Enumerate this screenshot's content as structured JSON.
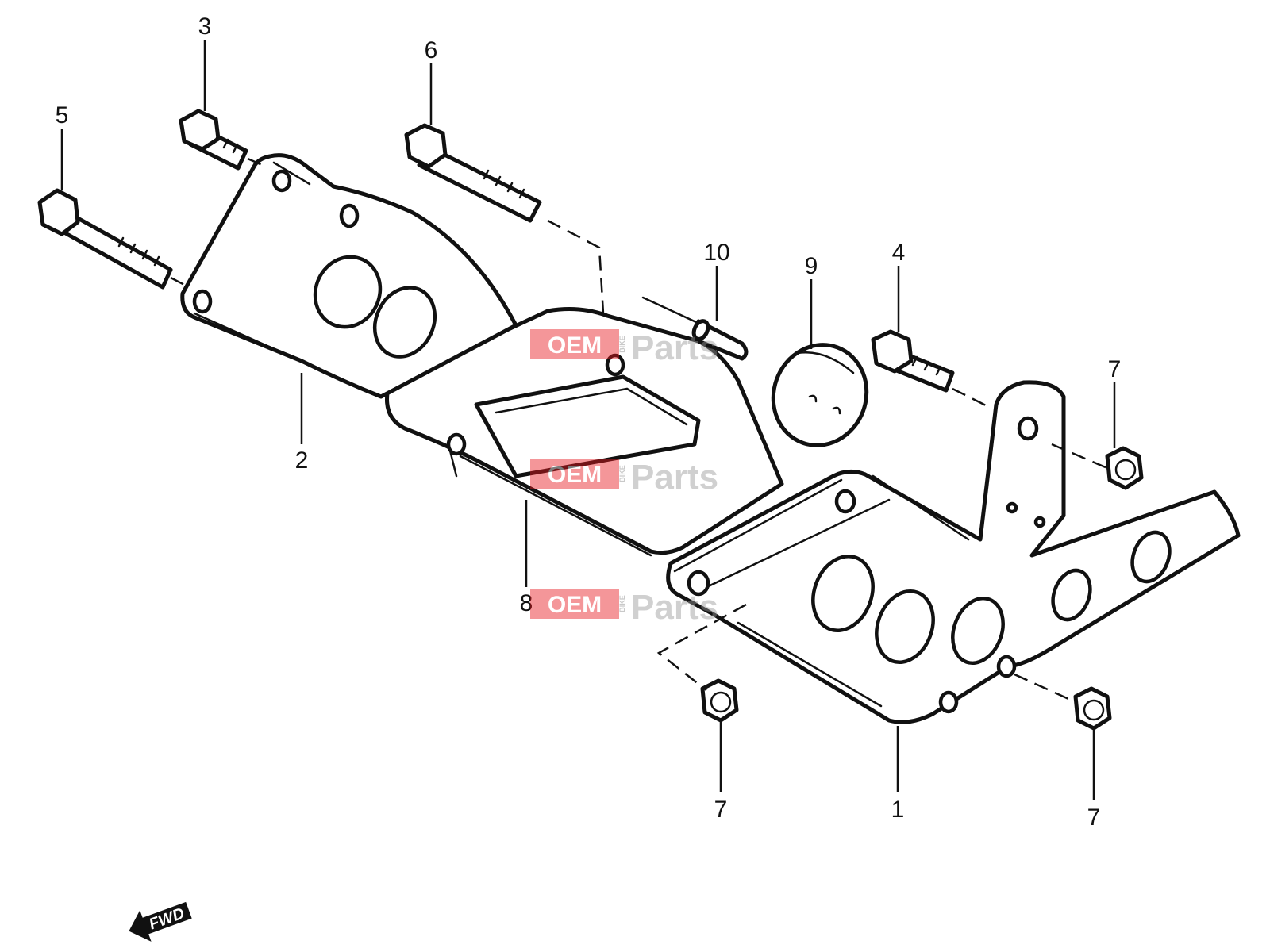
{
  "diagram": {
    "callouts": {
      "p1": "1",
      "p2": "2",
      "p3": "3",
      "p4": "4",
      "p5": "5",
      "p6": "6",
      "p7a": "7",
      "p7b": "7",
      "p7c": "7",
      "p8": "8",
      "p9": "9",
      "p10": "10"
    },
    "fwd_label": "FWD",
    "watermark": {
      "oem": "OEM",
      "bike": "BIKE",
      "parts": "Parts",
      "accent_color": "#e8191f"
    }
  }
}
